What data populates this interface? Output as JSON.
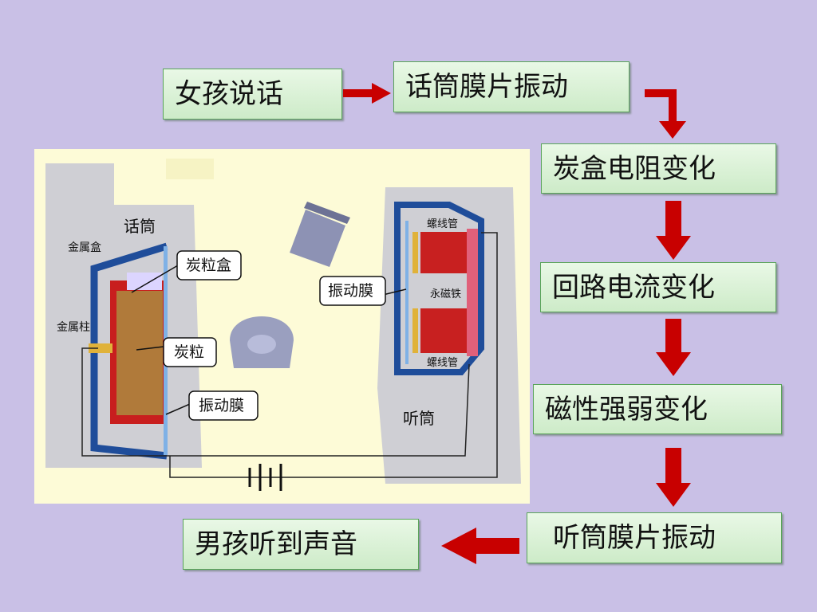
{
  "flow": {
    "girl_speaks": "女孩说话",
    "mic_diaphragm_vibrates": "话筒膜片振动",
    "carbon_box_resistance_changes": "炭盒电阻变化",
    "circuit_current_changes": "回路电流变化",
    "magnetism_strength_changes": "磁性强弱变化",
    "receiver_diaphragm_vibrates": "听筒膜片振动",
    "boy_hears_sound": "男孩听到声音"
  },
  "diagram": {
    "microphone_title": "话筒",
    "receiver_title": "听筒",
    "metal_box": "金属盒",
    "metal_post": "金属柱",
    "carbon_box": "炭粒盒",
    "carbon_granules": "炭粒",
    "mic_diaphragm": "振动膜",
    "receiver_diaphragm": "振动膜",
    "solenoid_top": "螺线管",
    "solenoid_bottom": "螺线管",
    "permanent_magnet": "永磁铁"
  },
  "colors": {
    "background": "#c9c0e6",
    "box_fill": "#dff3da",
    "arrow": "#c80000",
    "diagram_bg": "#fdfbd7"
  }
}
